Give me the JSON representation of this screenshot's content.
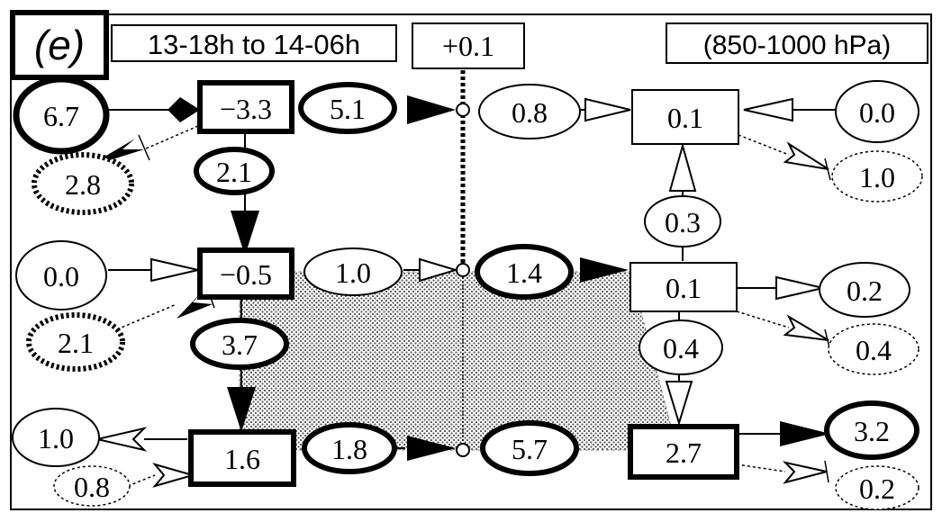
{
  "panel_label": "(e)",
  "period": "13-18h to 14-06h",
  "top_value": "+0.1",
  "layer": "(850-1000 hPa)",
  "left": {
    "top": {
      "in": "6.7",
      "box": "−3.3",
      "out": "5.1",
      "loss": "2.8"
    },
    "link_top_mid": "2.1",
    "mid": {
      "in": "0.0",
      "box": "−0.5",
      "out": "1.0",
      "gain": "2.1"
    },
    "link_mid_bot": "3.7",
    "bot": {
      "out_left": "1.0",
      "box": "1.6",
      "out": "1.8",
      "loss": "0.8"
    }
  },
  "right": {
    "top": {
      "in": "0.8",
      "box": "0.1",
      "in_right": "0.0",
      "loss": "1.0"
    },
    "link_mid_top": "0.3",
    "mid": {
      "in": "1.4",
      "box": "0.1",
      "out": "0.2",
      "loss": "0.4"
    },
    "link_mid_bot": "0.4",
    "bot": {
      "in": "5.7",
      "box": "2.7",
      "out": "3.2",
      "loss": "0.2"
    }
  }
}
